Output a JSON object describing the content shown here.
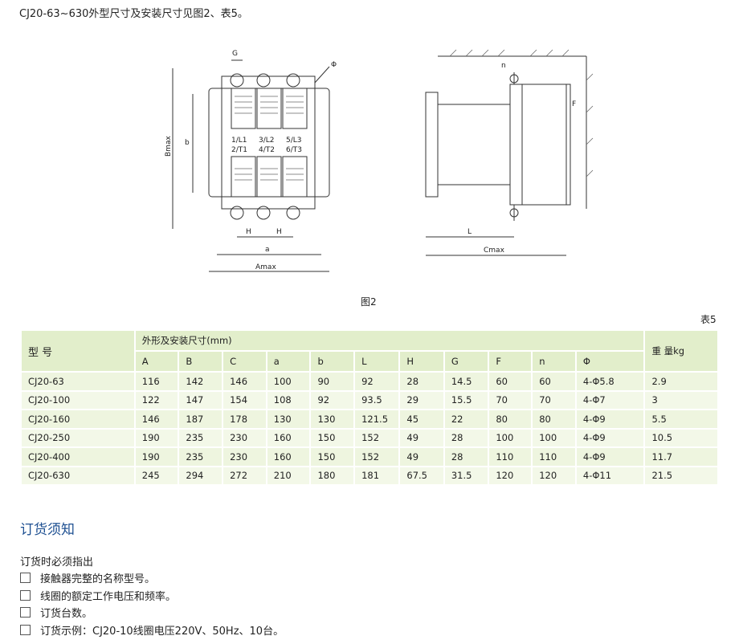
{
  "intro": "CJ20-63~630外型尺寸及安装尺寸见图2、表5。",
  "figure": {
    "caption": "图2",
    "front_labels": {
      "G": "G",
      "phi": "Φ",
      "Bmax": "Bmax",
      "b": "b",
      "H1": "H",
      "H2": "H",
      "a": "a",
      "Amax": "Amax",
      "terminals_top": [
        "1/L1",
        "3/L2",
        "5/L3"
      ],
      "terminals_bottom": [
        "2/T1",
        "4/T2",
        "6/T3"
      ]
    },
    "side_labels": {
      "n": "n",
      "F": "F",
      "L": "L",
      "Cmax": "Cmax"
    }
  },
  "table": {
    "caption": "表5",
    "model_header": "型 号",
    "dims_header": "外形及安装尺寸(mm)",
    "weight_header": "重 量kg",
    "columns": [
      "A",
      "B",
      "C",
      "a",
      "b",
      "L",
      "H",
      "G",
      "F",
      "n",
      "Φ"
    ],
    "rows": [
      [
        "CJ20-63",
        "116",
        "142",
        "146",
        "100",
        "90",
        "92",
        "28",
        "14.5",
        "60",
        "60",
        "4-Φ5.8",
        "2.9"
      ],
      [
        "CJ20-100",
        "122",
        "147",
        "154",
        "108",
        "92",
        "93.5",
        "29",
        "15.5",
        "70",
        "70",
        "4-Φ7",
        "3"
      ],
      [
        "CJ20-160",
        "146",
        "187",
        "178",
        "130",
        "130",
        "121.5",
        "45",
        "22",
        "80",
        "80",
        "4-Φ9",
        "5.5"
      ],
      [
        "CJ20-250",
        "190",
        "235",
        "230",
        "160",
        "150",
        "152",
        "49",
        "28",
        "100",
        "100",
        "4-Φ9",
        "10.5"
      ],
      [
        "CJ20-400",
        "190",
        "235",
        "230",
        "160",
        "150",
        "152",
        "49",
        "28",
        "110",
        "110",
        "4-Φ9",
        "11.7"
      ],
      [
        "CJ20-630",
        "245",
        "294",
        "272",
        "210",
        "180",
        "181",
        "67.5",
        "31.5",
        "120",
        "120",
        "4-Φ11",
        "21.5"
      ]
    ]
  },
  "order": {
    "title": "订货须知",
    "lead": "订货时必须指出",
    "items": [
      "接触器完整的名称型号。",
      "线圈的额定工作电压和频率。",
      "订货台数。",
      "订货示例：CJ20-10线圈电压220V、50Hz、10台。"
    ]
  }
}
